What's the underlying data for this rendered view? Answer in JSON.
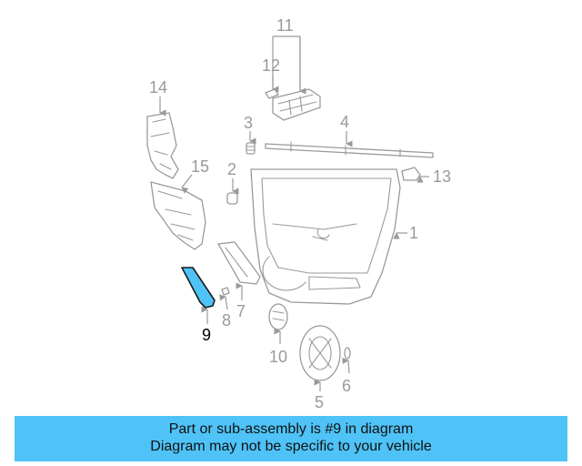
{
  "diagram": {
    "highlight_color": "#4fc3f7",
    "callouts": {
      "c1": "1",
      "c2": "2",
      "c3": "3",
      "c4": "4",
      "c5": "5",
      "c6": "6",
      "c7": "7",
      "c8": "8",
      "c9": "9",
      "c10": "10",
      "c11": "11",
      "c12": "12",
      "c13": "13",
      "c14": "14",
      "c15": "15"
    }
  },
  "banner": {
    "line1": "Part or sub-assembly is #9 in diagram",
    "line2": "Diagram may not be specific to your vehicle"
  }
}
